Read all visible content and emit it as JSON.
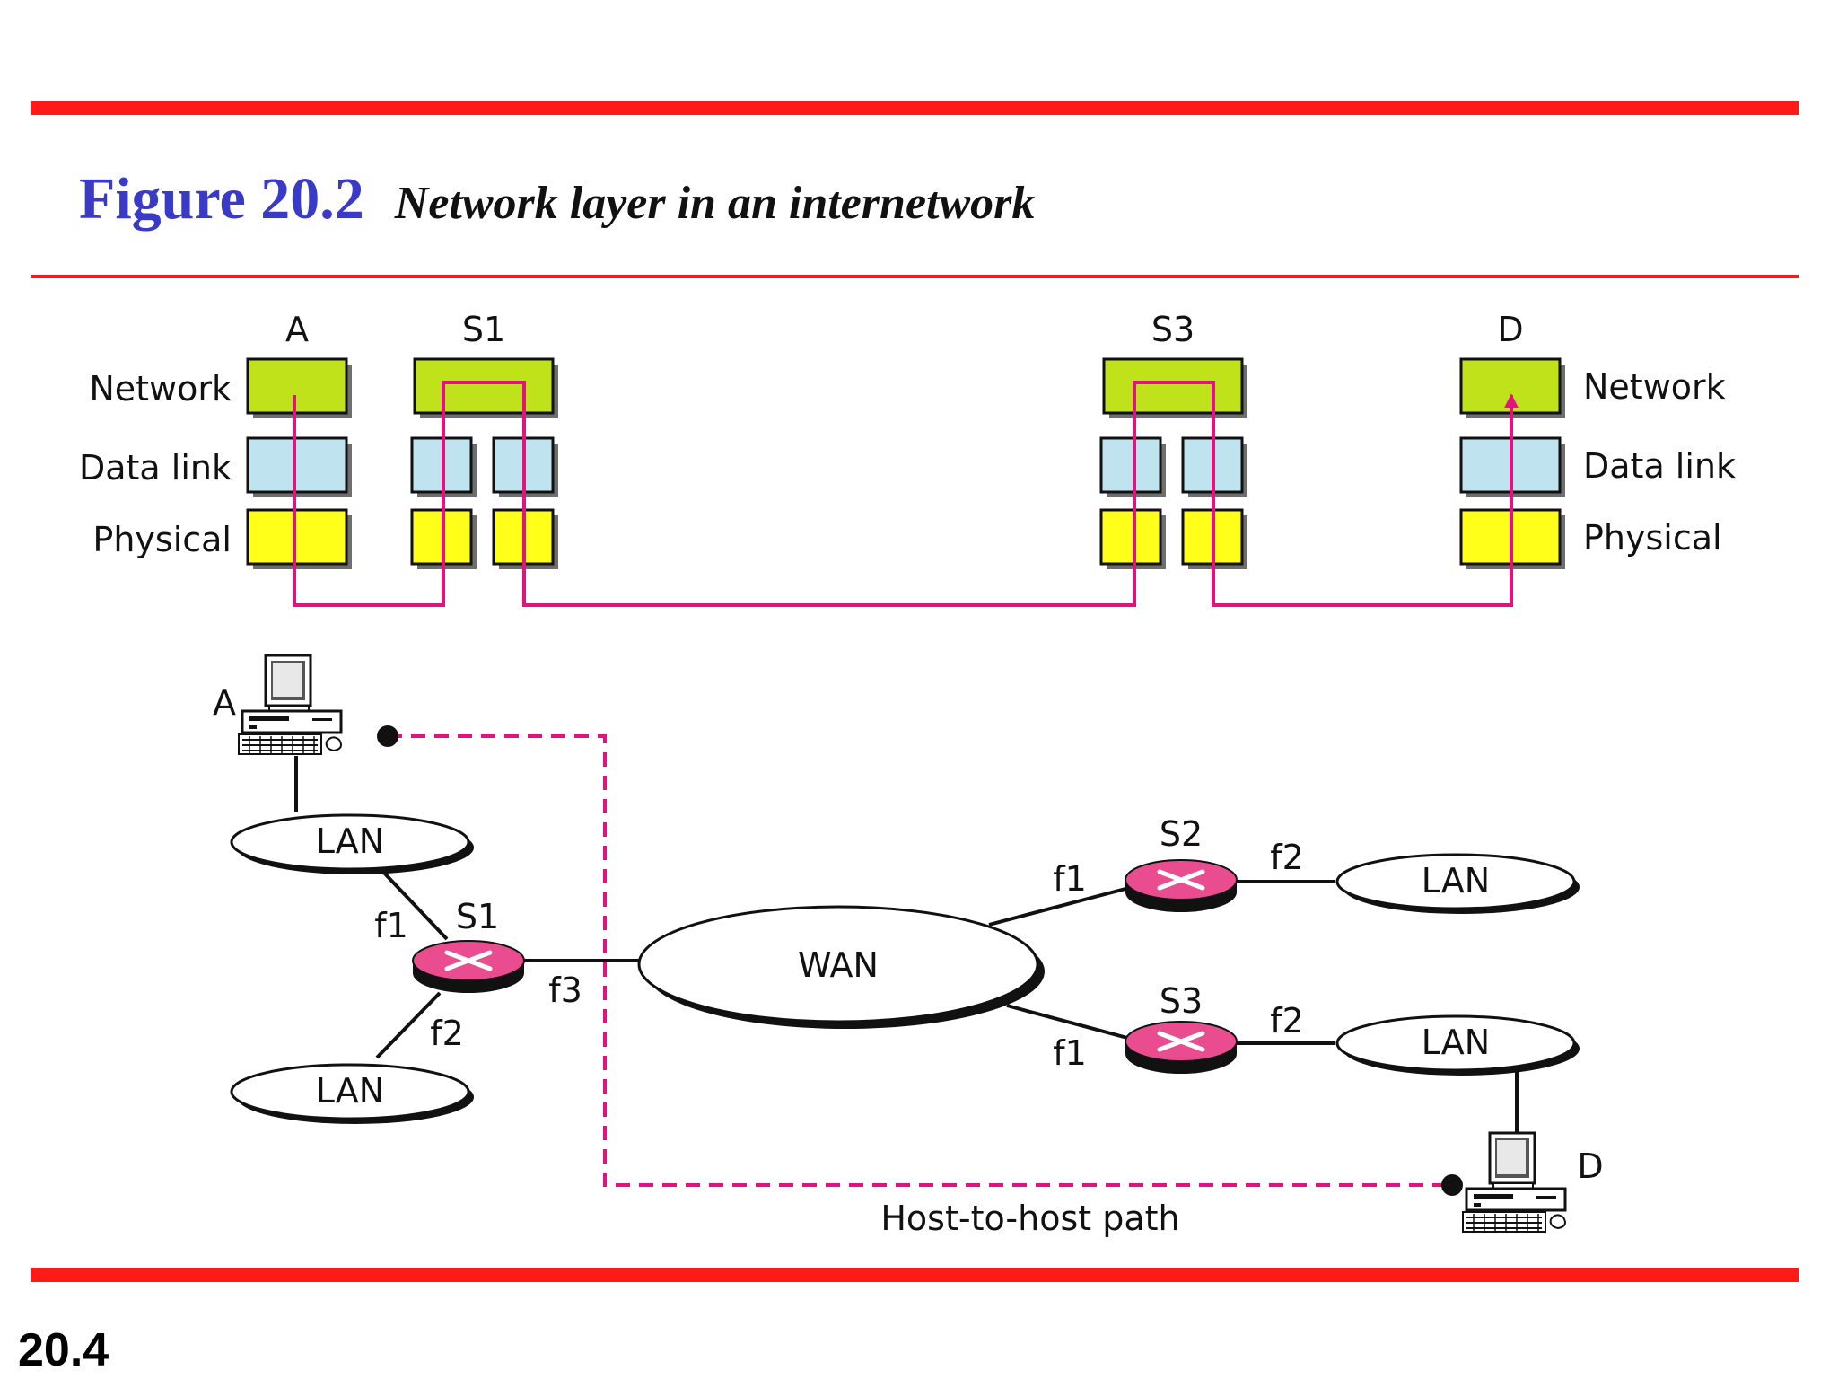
{
  "slide": {
    "figure_number": "Figure 20.2",
    "figure_caption": "Network layer in an internetwork",
    "page_number": "20.4"
  },
  "layers_view": {
    "stacks": [
      "A",
      "S1",
      "S3",
      "D"
    ],
    "layer_labels_left": [
      "Network",
      "Data link",
      "Physical"
    ],
    "layer_labels_right": [
      "Network",
      "Data link",
      "Physical"
    ]
  },
  "topology": {
    "host_a": "A",
    "host_d": "D",
    "lan_a": "LAN",
    "lan_bottom": "LAN",
    "lan_s2": "LAN",
    "lan_s3": "LAN",
    "wan": "WAN",
    "router_s1": "S1",
    "router_s2": "S2",
    "router_s3": "S3",
    "s1_f1": "f1",
    "s1_f2": "f2",
    "s1_f3": "f3",
    "s2_f1": "f1",
    "s2_f2": "f2",
    "s3_f1": "f1",
    "s3_f2": "f2",
    "path_label": "Host-to-host path"
  },
  "colors": {
    "rule": "#ff1a1a",
    "title_blue": "#3a3ac8",
    "network_layer": "#c0e21a",
    "data_link_layer": "#bfe3ef",
    "physical_layer": "#ffff1a",
    "path_magenta": "#e0137f",
    "router_pink": "#ea4d8f"
  },
  "icons": [
    "desktop-computer-icon",
    "router-icon"
  ]
}
